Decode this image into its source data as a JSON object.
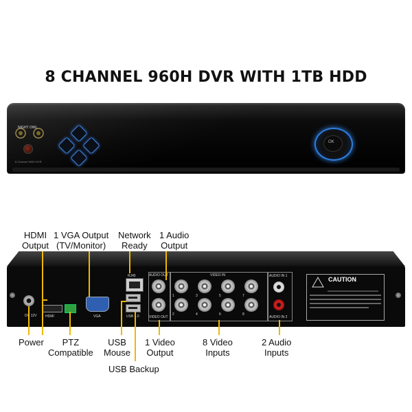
{
  "title": "8 CHANNEL 960H DVR WITH 1TB HDD",
  "front_panel": {
    "logo_text": "NIGHT OWL",
    "model_text": "8 Channel 960H DVR",
    "dial_text": "OK"
  },
  "back_panel": {
    "port_labels": {
      "rj45": "RJ45",
      "hdmi": "HDMI",
      "vga": "VGA",
      "usb": "USB 2.0",
      "audio_out": "AUDIO OUT",
      "video_out": "VIDEO OUT",
      "video_in": "VIDEO IN",
      "audio_in_1": "AUDIO IN 1",
      "audio_in_2": "AUDIO IN 2",
      "dc": "DC 12V",
      "caution": "CAUTION"
    },
    "video_in_numbers": [
      "1",
      "3",
      "5",
      "7",
      "2",
      "4",
      "6",
      "8"
    ]
  },
  "callouts": {
    "hdmi_output": [
      "HDMI",
      "Output"
    ],
    "vga_output": [
      "1 VGA Output",
      "(TV/Monitor)"
    ],
    "network_ready": [
      "Network",
      "Ready"
    ],
    "audio_output": [
      "1 Audio",
      "Output"
    ],
    "power": [
      "Power"
    ],
    "ptz": [
      "PTZ",
      "Compatible"
    ],
    "usb_mouse": [
      "USB",
      "Mouse"
    ],
    "video_output": [
      "1 Video",
      "Output"
    ],
    "video_inputs": [
      "8 Video",
      "Inputs"
    ],
    "audio_inputs": [
      "2 Audio",
      "Inputs"
    ],
    "usb_backup": [
      "USB Backup"
    ]
  },
  "colors": {
    "callout_line": "#f0b800",
    "front_accent": "#2f7fe0"
  }
}
